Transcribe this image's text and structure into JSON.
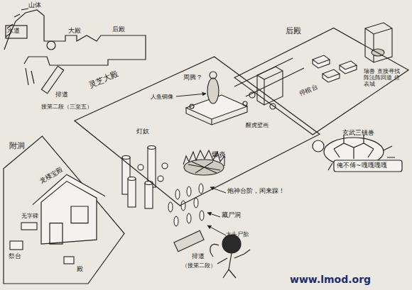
{
  "diagram": {
    "nodes": [
      {
        "text": [
          "灵芝大殿"
        ]
      },
      {
        "text": [
          "后殿"
        ]
      },
      {
        "text": [
          "附洞"
        ]
      },
      {
        "text": [
          "龙楼宝殿"
        ],
        "in": 2
      }
    ],
    "labels": [
      "山体",
      "水道",
      "大殿",
      "后殿",
      "排道",
      "接第二段（三至五）",
      "周腾？",
      "人鱼铜像",
      "灯奴",
      "爆炎",
      "炮神台阶，闲来踩！",
      "藏尸洞",
      "大头尸胎",
      "排道",
      "（接第二段）",
      "停棺台",
      "醒虎壁画",
      "瑞兽 直接寻找 阵法阵回道 位表城",
      "玄武三镇兽",
      "俺不傅~嘎嘎嘎嘎",
      "无字碑",
      "祭台",
      "殿",
      "www.lmod.org"
    ]
  }
}
